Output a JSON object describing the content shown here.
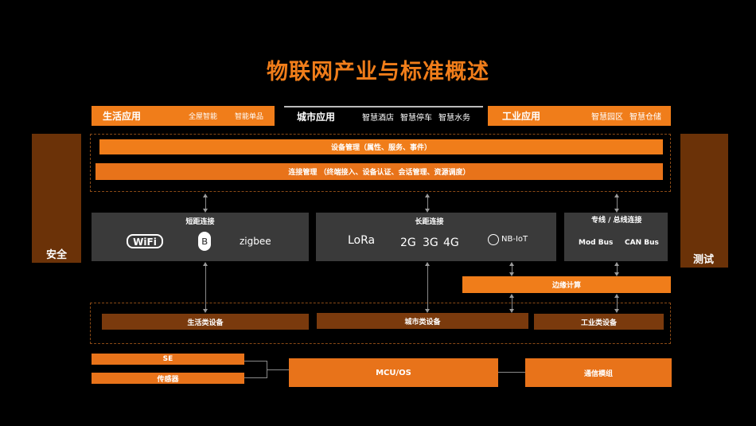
{
  "title": "物联网产业与标准概述",
  "apps": {
    "life": {
      "label": "生活应用",
      "items": [
        "全屋智能",
        "智能单品"
      ]
    },
    "city": {
      "label": "城市应用",
      "items": [
        "智慧酒店",
        "智慧停车",
        "智慧水务"
      ]
    },
    "industry": {
      "label": "工业应用",
      "items": [
        "智慧园区",
        "智慧仓储"
      ]
    }
  },
  "side": {
    "left": "安全",
    "right": "测试"
  },
  "mgmt": {
    "device": "设备管理（属性、服务、事件）",
    "connect": "连接管理 （终端接入、设备认证、会话管理、资源调度）"
  },
  "conn": {
    "short": {
      "label": "短距连接",
      "icons": [
        "WiFi",
        "Bluetooth",
        "zigbee"
      ]
    },
    "long": {
      "label": "长距连接",
      "icons": [
        "LoRa",
        "2G",
        "3G",
        "4G",
        "NB-IoT"
      ]
    },
    "bus": {
      "label": "专线 / 总线连接",
      "items": [
        "Mod Bus",
        "CAN Bus"
      ]
    }
  },
  "edge": "边缘计算",
  "devices": [
    "生活类设备",
    "城市类设备",
    "工业类设备"
  ],
  "bottom": {
    "se": "SE",
    "sensor": "传感器",
    "mcu": "MCU/OS",
    "comm": "通信模组"
  }
}
